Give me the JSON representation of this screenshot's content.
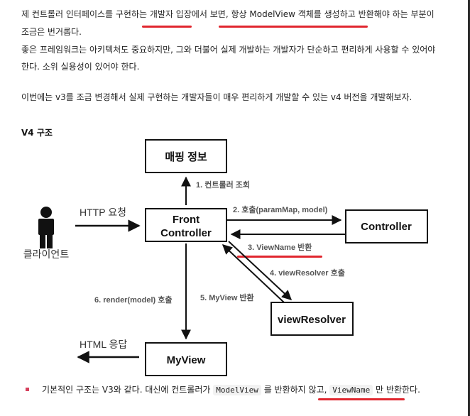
{
  "intro": {
    "line1": {
      "a": "제 컨트롤러 인터페이스를 구현하는 ",
      "b": "개발자 입장",
      "c": "에서 보면, ",
      "d": "항상 ModelView 객체를 생성하고 반환",
      "e": "해야 하는 부분이"
    },
    "line2": "조금은 번거롭다.",
    "line3": "좋은 프레임워크는 아키텍처도 중요하지만, 그와 더불어 실제 개발하는 개발자가 단순하고 편리하게 사용할 수 있어야",
    "line4": "한다. 소위 실용성이 있어야 한다.",
    "line5": "이번에는 v3를 조금 변경해서 실제 구현하는 개발자들이 매우 편리하게 개발할 수 있는 v4 버전을 개발해보자."
  },
  "section_title": "V4 구조",
  "diagram": {
    "mapping_box": "매핑 정보",
    "front_controller": [
      "Front",
      "Controller"
    ],
    "controller_box": "Controller",
    "view_resolver_box": "viewResolver",
    "myview_box": "MyView",
    "client_label": "클라이언트",
    "http_request": "HTTP 요청",
    "html_response": "HTML 응답",
    "steps": {
      "s1": "1. 컨트롤러 조회",
      "s2": "2. 호출(paramMap, model)",
      "s3": "3. ViewName 반환",
      "s4": "4. viewResolver 호출",
      "s5": "5. MyView 반환",
      "s6": "6. render(model) 호출"
    },
    "accent_color": "#e0262e"
  },
  "bullet": {
    "a": "기본적인 구조는 V3와 같다. 대신에 컨트롤러가 ",
    "code1": "ModelView",
    "b": " 를 반환하지 않고, ",
    "code2": "ViewName",
    "c": " 만 반환한다."
  }
}
